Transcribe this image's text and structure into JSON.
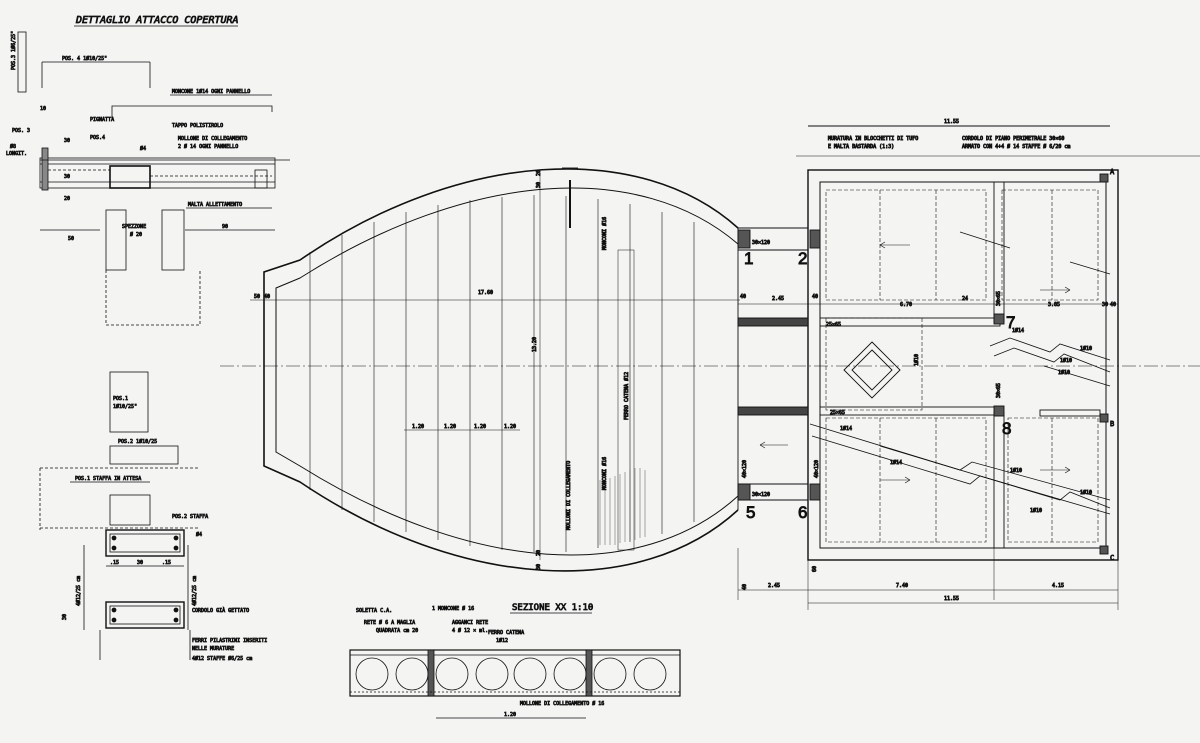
{
  "detail_title": "DETTAGLIO  ATTACCO  COPERTURA",
  "detail": {
    "pos3_vert": "POS.3  1Ø6/25\"",
    "pos4_top": "POS. 4   1Ø10/25\"",
    "moncone": "MONCONE  1Ø14  OGNI PANNELLO",
    "tappo": "TAPPO POLISTIROLO",
    "pignatta": "PIGNATTA",
    "pos4": "POS.4",
    "mollone_a": "MOLLONE DI COLLEGAMENTO",
    "mollone_b": "2 Ø 14  OGNI PANNELLO",
    "phi4": "Ø4",
    "malta": "MALTA  ALLETTAMENTO",
    "pos3": "POS. 3",
    "phi8": "Ø8",
    "longit": "LONGIT.",
    "spezzone_a": "SPEZZONE",
    "spezzone_b": "Ø 20",
    "d30a": "30",
    "d30b": "30",
    "d20": "20",
    "d10": "10",
    "d50": "50",
    "d90": "90"
  },
  "pos1": {
    "a": "POS.1",
    "b": "1Ø10/25\""
  },
  "pos2": "POS.2  1Ø10/25",
  "pilaster": {
    "staffa_attesa": "POS.1  STAFFA IN ATTESA",
    "pos2_staffa": "POS.2  STAFFA",
    "phi4": "Ø4",
    "d15a": ".15",
    "d30": "30",
    "d15b": ".15",
    "cordolo": "CORDOLO GIÀ GETTATO",
    "ferri_a": "FERRI  PILASTRINI  INSERITI",
    "ferri_b": "NELLE  MURATURE",
    "ferri_c": "4Ø12   STAFFE Ø6/25 cm",
    "left_dim": "4Ø12/25 cm",
    "right_dim": "4Ø12/25 cm"
  },
  "oval": {
    "d1760": "17.60",
    "d1320": "13.20",
    "d50a": "50",
    "d40a": "40",
    "d120": [
      "1.20",
      "1.20",
      "1.20",
      "1.20"
    ],
    "ferro_catena": "FERRO CATENA Ø12",
    "monconi_a": "MONCONI Ø16",
    "monconi_b": "MONCONI Ø16",
    "molloni_a": "MOLLONI DI COLLEGAMENTO",
    "d30a": "30",
    "d30b": "30",
    "d20a": "20",
    "d20b": "20"
  },
  "plan": {
    "d1155_top": "11.55",
    "muratura_a": "MURATURA  IN  BLOCCHETTI DI TUFO",
    "muratura_b": "E  MALTA  BASTARDA (1:3)",
    "cordolo_a": "CORDOLO  DI  PIANO  PERIMETRALE  30×60",
    "cordolo_b": "ARMATO  CON  4+4 Ø 14  STAFFE Ø 6/20 cm",
    "sec_30x120a": "30×120",
    "sec_30x120b": "30×120",
    "sec_40x120a": "40×120",
    "sec_40x120b": "40×120",
    "sec_25x65a": "25×65",
    "sec_25x65b": "25×65",
    "sec_30x65a": "30×65",
    "sec_30x65b": "30×65",
    "d245": "2.45",
    "d670": "6.70",
    "d385": "3.85",
    "d40a": "40",
    "d40b": "40",
    "d30": "30",
    "d40c": "40",
    "d24": "24",
    "r14a": "1Ø14",
    "r14b": "1Ø14",
    "r14c": "1Ø14",
    "r10a": "1Ø10",
    "r10b": "1Ø10",
    "r10c": "1Ø10",
    "r10d": "1Ø10",
    "r10e": "1Ø10",
    "r10f": "1Ø10",
    "r10g": "1Ø10",
    "labels": [
      "1",
      "2",
      "5",
      "6",
      "7",
      "8"
    ],
    "point_a": "A",
    "point_b": "B",
    "point_c": "C",
    "b_245": "2.45",
    "b_740": "7.40",
    "b_415": "4.15",
    "b_1155": "11.55",
    "b_40": "40",
    "b_60": "60"
  },
  "section": {
    "title": "SEZIONE  XX   1:10",
    "soletta": "SOLETTA C.A.",
    "rete_a": "RETE Ø 6  A  MAGLIA",
    "rete_b": "QUADRATA  cm 20",
    "moncone": "1 MONCONE  Ø 16",
    "agganci_a": "AGGANCI  RETE",
    "agganci_b": "4 Ø 12 × ml.",
    "ferro_a": "FERRO  CATENA",
    "ferro_b": "1Ø12",
    "mollone": "MOLLONE  DI  COLLEGAMENTO  Ø 16",
    "d120": "1.20"
  }
}
